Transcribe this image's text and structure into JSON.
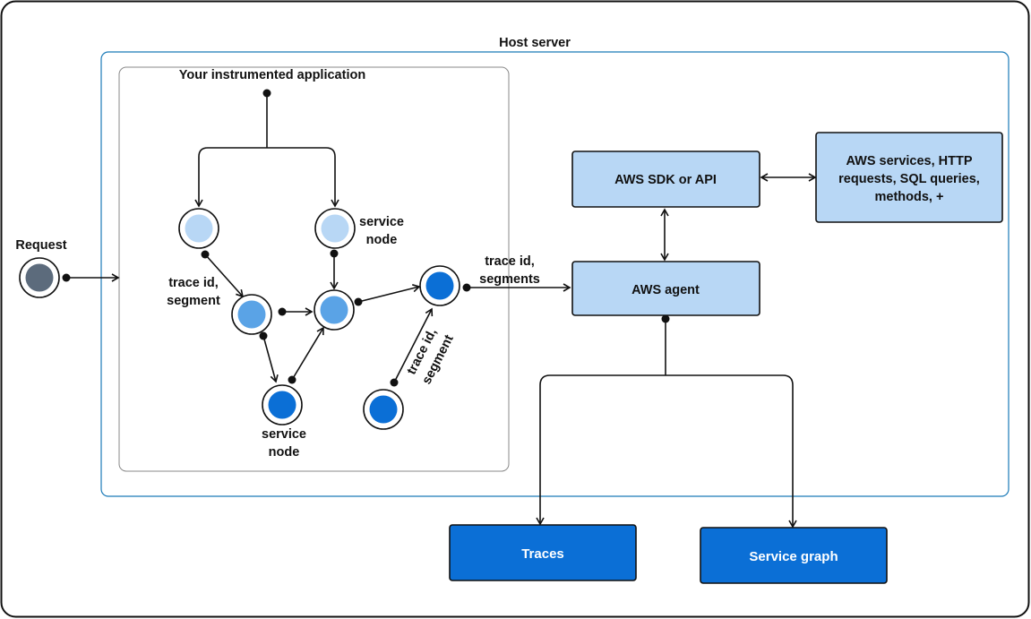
{
  "labels": {
    "host_server": "Host server",
    "app": "Your instrumented application",
    "request": "Request",
    "service_node_1_a": "service",
    "service_node_1_b": "node",
    "service_node_2_a": "service",
    "service_node_2_b": "node",
    "trace_segment_a": "trace id,",
    "trace_segment_b": "segment",
    "trace_segments_a": "trace id,",
    "trace_segments_b": "segments",
    "trace_diag_a": "trace id,",
    "trace_diag_b": "segment"
  },
  "boxes": {
    "sdk": "AWS SDK or API",
    "agent": "AWS agent",
    "services_1": "AWS services, HTTP",
    "services_2": "requests, SQL queries,",
    "services_3": "methods, +",
    "traces": "Traces",
    "service_graph": "Service graph"
  },
  "colors": {
    "node_light": "#b8d7f5",
    "node_mid": "#5aa3e6",
    "node_dark": "#0b6fd6",
    "node_request": "#5c6b7c",
    "box_light": "#b8d7f5",
    "box_dark": "#0b6fd6",
    "host_border": "#1a7ab8",
    "app_border": "#888888"
  }
}
